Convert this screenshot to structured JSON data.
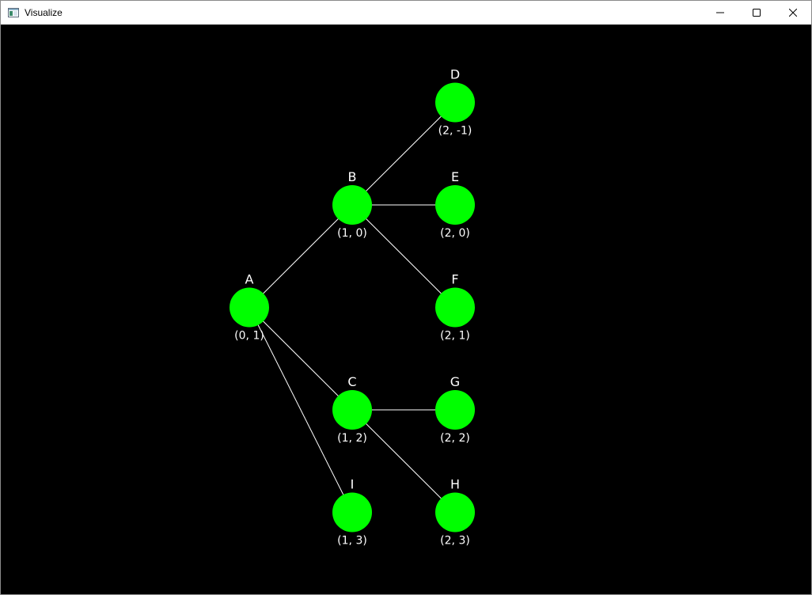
{
  "window": {
    "title": "Visualize",
    "controls": {
      "minimize_icon": "minimize-icon",
      "maximize_icon": "maximize-icon",
      "close_icon": "close-icon"
    }
  },
  "graph": {
    "node_color": "#00ff00",
    "edge_color": "#ffffff",
    "background_color": "#000000",
    "nodes": [
      {
        "id": "A",
        "label": "A",
        "coord": "(0, 1)",
        "gx": 0,
        "gy": 1
      },
      {
        "id": "B",
        "label": "B",
        "coord": "(1, 0)",
        "gx": 1,
        "gy": 0
      },
      {
        "id": "C",
        "label": "C",
        "coord": "(1, 2)",
        "gx": 1,
        "gy": 2
      },
      {
        "id": "I",
        "label": "I",
        "coord": "(1, 3)",
        "gx": 1,
        "gy": 3
      },
      {
        "id": "D",
        "label": "D",
        "coord": "(2, -1)",
        "gx": 2,
        "gy": -1
      },
      {
        "id": "E",
        "label": "E",
        "coord": "(2, 0)",
        "gx": 2,
        "gy": 0
      },
      {
        "id": "F",
        "label": "F",
        "coord": "(2, 1)",
        "gx": 2,
        "gy": 1
      },
      {
        "id": "G",
        "label": "G",
        "coord": "(2, 2)",
        "gx": 2,
        "gy": 2
      },
      {
        "id": "H",
        "label": "H",
        "coord": "(2, 3)",
        "gx": 2,
        "gy": 3
      }
    ],
    "edges": [
      [
        "A",
        "B"
      ],
      [
        "A",
        "C"
      ],
      [
        "A",
        "I"
      ],
      [
        "B",
        "D"
      ],
      [
        "B",
        "E"
      ],
      [
        "B",
        "F"
      ],
      [
        "C",
        "G"
      ],
      [
        "C",
        "H"
      ]
    ]
  }
}
